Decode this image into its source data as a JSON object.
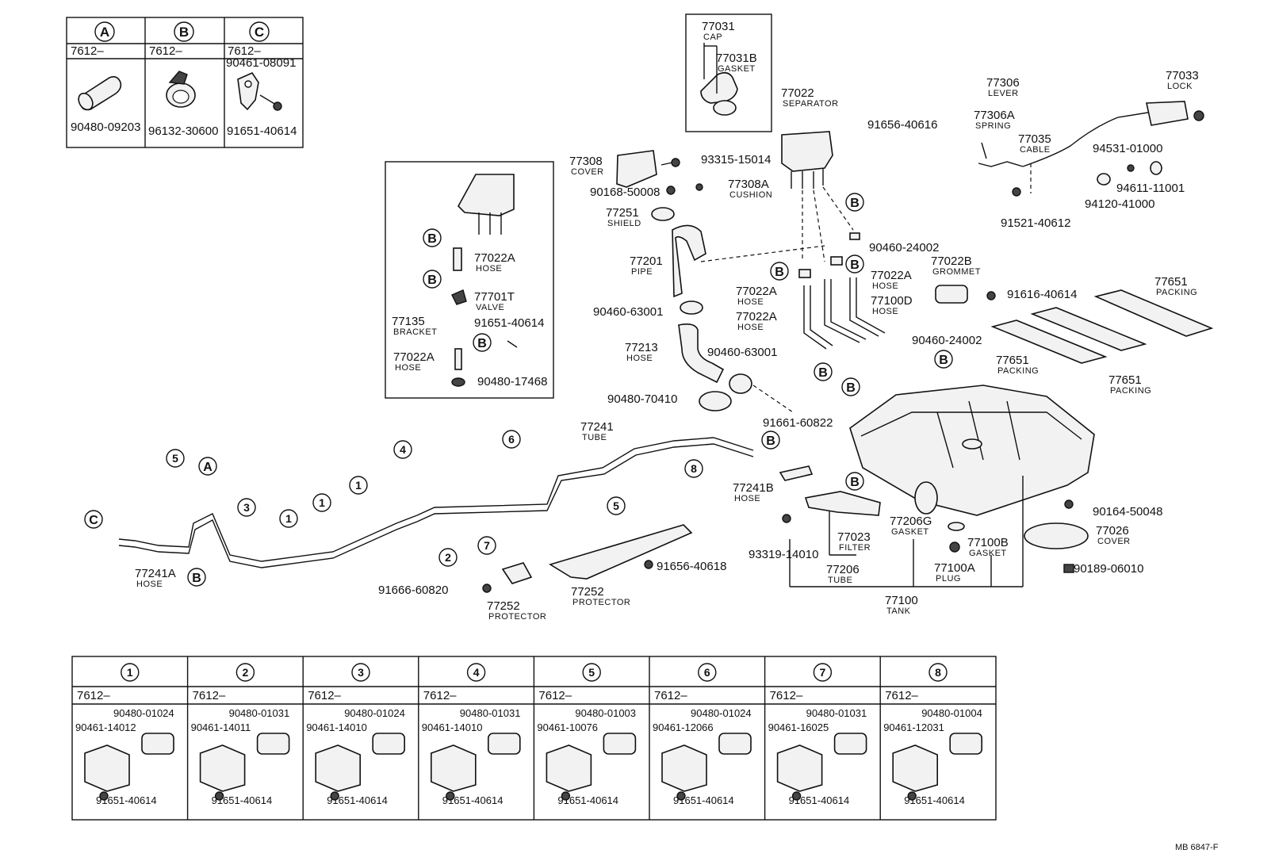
{
  "diagram": {
    "code": "MB 6847-F",
    "inset_abc": [
      {
        "letter": "A",
        "prefix": "7612–",
        "parts": [
          "90480-09203"
        ]
      },
      {
        "letter": "B",
        "prefix": "7612–",
        "parts": [
          "96132-30600"
        ]
      },
      {
        "letter": "C",
        "prefix": "7612–",
        "parts": [
          "90461-08091",
          "91651-40614"
        ]
      }
    ],
    "labels": [
      {
        "id": "l1",
        "num": "77031",
        "sub": "CAP"
      },
      {
        "id": "l2",
        "num": "77031B",
        "sub": "GASKET"
      },
      {
        "id": "l3",
        "num": "77022",
        "sub": "SEPARATOR"
      },
      {
        "id": "l4",
        "num": "91656-40616",
        "sub": ""
      },
      {
        "id": "l5",
        "num": "77308",
        "sub": "COVER"
      },
      {
        "id": "l6",
        "num": "93315-15014",
        "sub": ""
      },
      {
        "id": "l7",
        "num": "90168-50008",
        "sub": ""
      },
      {
        "id": "l8",
        "num": "77308A",
        "sub": "CUSHION"
      },
      {
        "id": "l9",
        "num": "77251",
        "sub": "SHIELD"
      },
      {
        "id": "l10",
        "num": "77201",
        "sub": "PIPE"
      },
      {
        "id": "l11",
        "num": "90460-63001",
        "sub": ""
      },
      {
        "id": "l12",
        "num": "77213",
        "sub": "HOSE"
      },
      {
        "id": "l13",
        "num": "90460-63001",
        "sub": ""
      },
      {
        "id": "l14",
        "num": "90480-70410",
        "sub": ""
      },
      {
        "id": "l15",
        "num": "77306",
        "sub": "LEVER"
      },
      {
        "id": "l16",
        "num": "77306A",
        "sub": "SPRING"
      },
      {
        "id": "l17",
        "num": "77035",
        "sub": "CABLE"
      },
      {
        "id": "l18",
        "num": "77033",
        "sub": "LOCK"
      },
      {
        "id": "l19",
        "num": "94531-01000",
        "sub": ""
      },
      {
        "id": "l20",
        "num": "94611-11001",
        "sub": ""
      },
      {
        "id": "l21",
        "num": "94120-41000",
        "sub": ""
      },
      {
        "id": "l22",
        "num": "91521-40612",
        "sub": ""
      },
      {
        "id": "l23",
        "num": "90460-24002",
        "sub": ""
      },
      {
        "id": "l24",
        "num": "77022B",
        "sub": "GROMMET"
      },
      {
        "id": "l25",
        "num": "91616-40614",
        "sub": ""
      },
      {
        "id": "l26",
        "num": "77651",
        "sub": "PACKING"
      },
      {
        "id": "l27",
        "num": "77022A",
        "sub": "HOSE"
      },
      {
        "id": "l28",
        "num": "77022A",
        "sub": "HOSE"
      },
      {
        "id": "l29",
        "num": "77022A",
        "sub": "HOSE"
      },
      {
        "id": "l30",
        "num": "77100D",
        "sub": "HOSE"
      },
      {
        "id": "l31",
        "num": "90460-24002",
        "sub": ""
      },
      {
        "id": "l32",
        "num": "77651",
        "sub": "PACKING"
      },
      {
        "id": "l33",
        "num": "77651",
        "sub": "PACKING"
      },
      {
        "id": "l34",
        "num": "91661-60822",
        "sub": ""
      },
      {
        "id": "l35",
        "num": "77241",
        "sub": "TUBE"
      },
      {
        "id": "l36",
        "num": "77241B",
        "sub": "HOSE"
      },
      {
        "id": "l37",
        "num": "90164-50048",
        "sub": ""
      },
      {
        "id": "l38",
        "num": "77026",
        "sub": "COVER"
      },
      {
        "id": "l39",
        "num": "90189-06010",
        "sub": ""
      },
      {
        "id": "l40",
        "num": "77206G",
        "sub": "GASKET"
      },
      {
        "id": "l41",
        "num": "77100B",
        "sub": "GASKET"
      },
      {
        "id": "l42",
        "num": "77100A",
        "sub": "PLUG"
      },
      {
        "id": "l43",
        "num": "77023",
        "sub": "FILTER"
      },
      {
        "id": "l44",
        "num": "77206",
        "sub": "TUBE"
      },
      {
        "id": "l45",
        "num": "93319-14010",
        "sub": ""
      },
      {
        "id": "l46",
        "num": "77100",
        "sub": "TANK"
      },
      {
        "id": "l47",
        "num": "91656-40618",
        "sub": ""
      },
      {
        "id": "l48",
        "num": "77252",
        "sub": "PROTECTOR"
      },
      {
        "id": "l49",
        "num": "91666-60820",
        "sub": ""
      },
      {
        "id": "l50",
        "num": "77252",
        "sub": "PROTECTOR"
      },
      {
        "id": "l51",
        "num": "77241A",
        "sub": "HOSE"
      },
      {
        "id": "l52",
        "num": "77022A",
        "sub": "HOSE"
      },
      {
        "id": "l53",
        "num": "77701T",
        "sub": "VALVE"
      },
      {
        "id": "l54",
        "num": "77135",
        "sub": "BRACKET"
      },
      {
        "id": "l55",
        "num": "91651-40614",
        "sub": ""
      },
      {
        "id": "l56",
        "num": "77022A",
        "sub": "HOSE"
      },
      {
        "id": "l57",
        "num": "90480-17468",
        "sub": ""
      }
    ],
    "callouts": [
      {
        "id": "c1",
        "text": "B"
      },
      {
        "id": "c2",
        "text": "B"
      },
      {
        "id": "c3",
        "text": "B"
      },
      {
        "id": "c4",
        "text": "B"
      },
      {
        "id": "c5",
        "text": "B"
      },
      {
        "id": "c6",
        "text": "B"
      },
      {
        "id": "c7",
        "text": "B"
      },
      {
        "id": "c8",
        "text": "B"
      },
      {
        "id": "c9",
        "text": "B"
      },
      {
        "id": "c10",
        "text": "B"
      },
      {
        "id": "c11",
        "text": "B"
      },
      {
        "id": "c12",
        "text": "B"
      },
      {
        "id": "c13",
        "text": "C"
      },
      {
        "id": "c14",
        "text": "A"
      },
      {
        "id": "c15",
        "text": "5"
      },
      {
        "id": "c16",
        "text": "4"
      },
      {
        "id": "c17",
        "text": "6"
      },
      {
        "id": "c18",
        "text": "3"
      },
      {
        "id": "c19",
        "text": "1"
      },
      {
        "id": "c20",
        "text": "1"
      },
      {
        "id": "c21",
        "text": "1"
      },
      {
        "id": "c22",
        "text": "8"
      },
      {
        "id": "c23",
        "text": "5"
      },
      {
        "id": "c24",
        "text": "2"
      },
      {
        "id": "c25",
        "text": "7"
      }
    ],
    "inset_numbered": [
      {
        "n": "1",
        "prefix": "7612–",
        "top": "90480-01024",
        "mid": "90461-14012",
        "bottom": "91651-40614"
      },
      {
        "n": "2",
        "prefix": "7612–",
        "top": "90480-01031",
        "mid": "90461-14011",
        "bottom": "91651-40614"
      },
      {
        "n": "3",
        "prefix": "7612–",
        "top": "90480-01024",
        "mid": "90461-14010",
        "bottom": "91651-40614"
      },
      {
        "n": "4",
        "prefix": "7612–",
        "top": "90480-01031",
        "mid": "90461-14010",
        "bottom": "91651-40614"
      },
      {
        "n": "5",
        "prefix": "7612–",
        "top": "90480-01003",
        "mid": "90461-10076",
        "bottom": "91651-40614"
      },
      {
        "n": "6",
        "prefix": "7612–",
        "top": "90480-01024",
        "mid": "90461-12066",
        "bottom": "91651-40614"
      },
      {
        "n": "7",
        "prefix": "7612–",
        "top": "90480-01031",
        "mid": "90461-16025",
        "bottom": "91651-40614"
      },
      {
        "n": "8",
        "prefix": "7612–",
        "top": "90480-01004",
        "mid": "90461-12031",
        "bottom": "91651-40614"
      }
    ]
  }
}
